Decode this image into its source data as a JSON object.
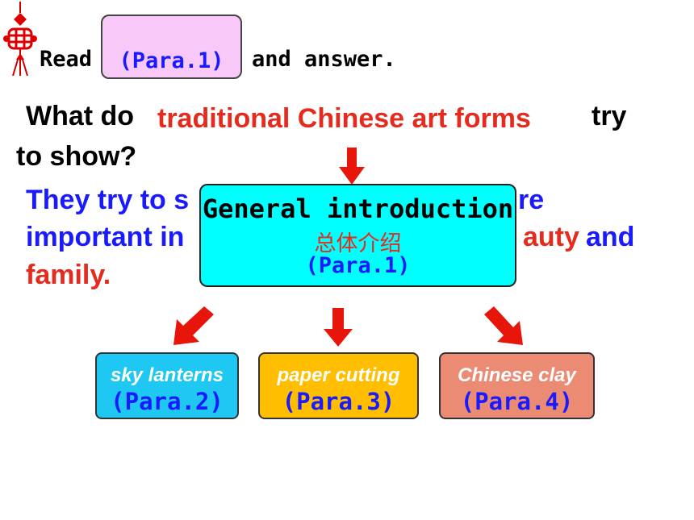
{
  "header": {
    "read_label": "Read",
    "para_label": "(Para.1)",
    "and_answer": "and answer."
  },
  "question": {
    "prefix": "What do",
    "highlight": "traditional Chinese art forms",
    "suffix": "try",
    "line2": "to show?"
  },
  "answer": {
    "line1_start": "They try to s",
    "line1_end": "re",
    "line2_start": "important in",
    "line2_red": "auty",
    "line2_end": "and",
    "line3": "family."
  },
  "general": {
    "title": "General introduction",
    "chinese": "总体介绍",
    "para": "(Para.1)"
  },
  "sections": [
    {
      "label": "sky lanterns",
      "para": "(Para.2)"
    },
    {
      "label": "paper cutting",
      "para": "(Para.3)"
    },
    {
      "label": "Chinese clay",
      "para": "(Para.4)"
    }
  ],
  "colors": {
    "blue": "#1a1aff",
    "red": "#e52b1e",
    "cyan": "#00ffff",
    "sky_box": "#1ec8f2",
    "paper_box": "#ffbf00",
    "clay_box": "#ec8b74",
    "pink_box": "#f8c8f8"
  }
}
